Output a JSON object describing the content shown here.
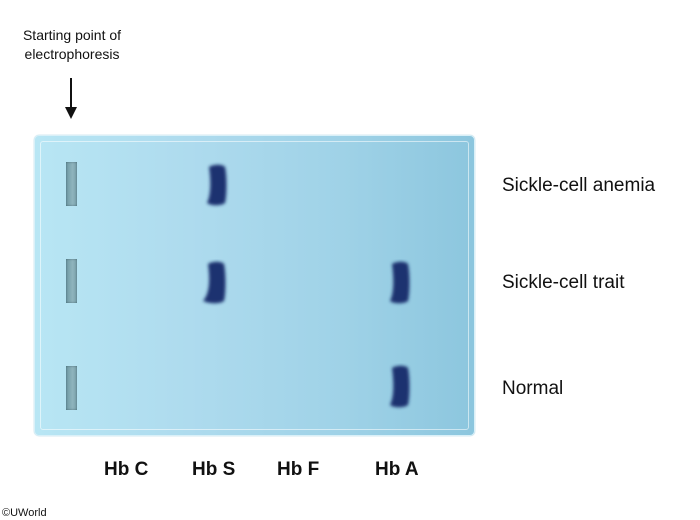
{
  "annotation": {
    "line1": "Starting point of",
    "line2": "electrophoresis"
  },
  "rows": [
    {
      "label": "Sickle-cell anemia",
      "bands": [
        "Hb S"
      ]
    },
    {
      "label": "Sickle-cell trait",
      "bands": [
        "Hb S",
        "Hb A"
      ]
    },
    {
      "label": "Normal",
      "bands": [
        "Hb A"
      ]
    }
  ],
  "hb_types": [
    "Hb C",
    "Hb S",
    "Hb F",
    "Hb A"
  ],
  "copyright": "©UWorld",
  "colors": {
    "band": "#1f3270",
    "well": "#7aa1ab",
    "gel": "#a6d7ec"
  }
}
